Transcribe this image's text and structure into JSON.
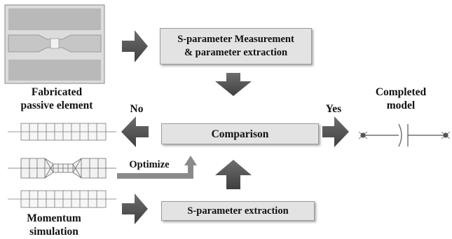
{
  "boxes": {
    "measurement": [
      "S-parameter Measurement",
      "& parameter extraction"
    ],
    "comparison": "Comparison",
    "extraction": "S-parameter extraction"
  },
  "labels": {
    "fabricated": [
      "Fabricated",
      "passive element"
    ],
    "momentum": [
      "Momentum",
      "simulation"
    ],
    "completed": [
      "Completed",
      "model"
    ],
    "no": "No",
    "yes": "Yes",
    "optimize": "Optimize"
  },
  "colors": {
    "arrow_fill": "#5a5a5a",
    "box_fill": "#e3e3e3",
    "box_border": "#9a9a9a",
    "optimize_arrow": "#8a8a8a"
  }
}
